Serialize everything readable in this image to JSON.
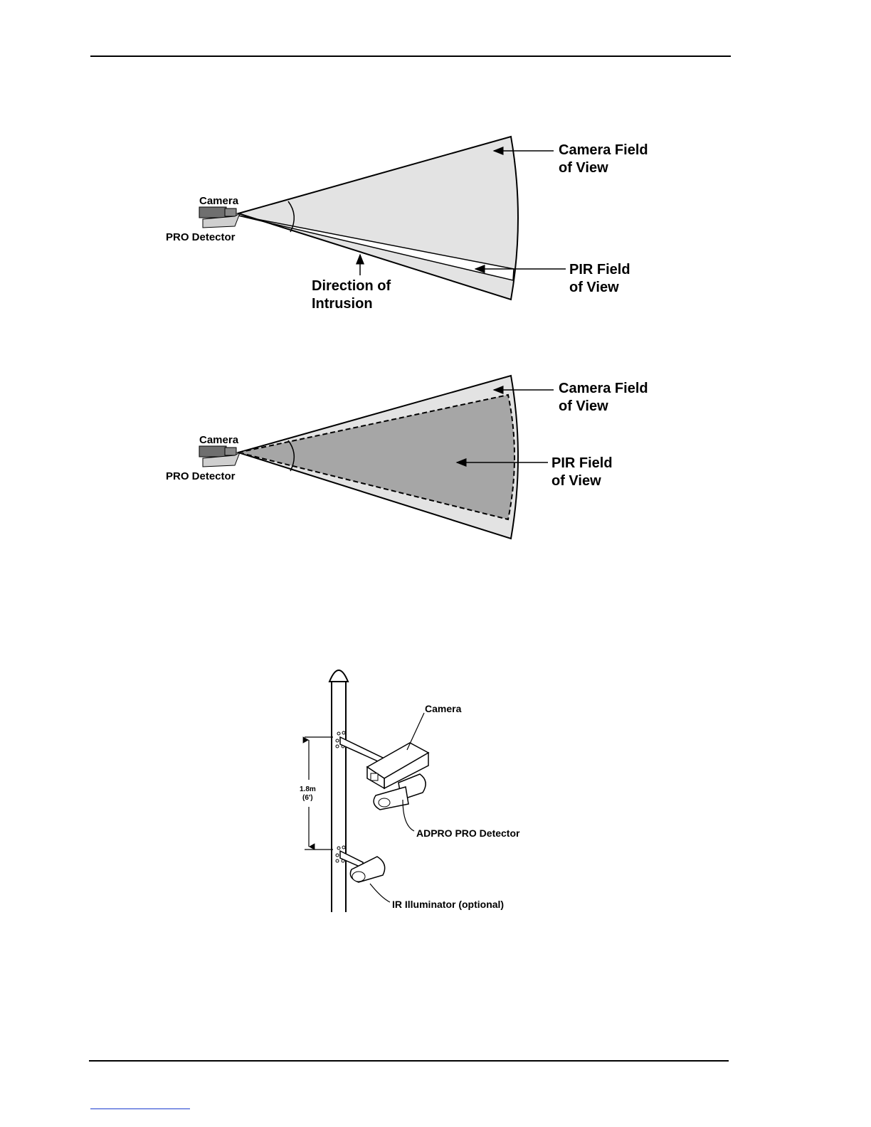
{
  "diagram1": {
    "camera_label": "Camera",
    "detector_label": "PRO Detector",
    "camera_fov_line1": "Camera Field",
    "camera_fov_line2": "of View",
    "pir_fov_line1": "PIR Field",
    "pir_fov_line2": "of View",
    "intrusion_line1": "Direction of",
    "intrusion_line2": "Intrusion"
  },
  "diagram2": {
    "camera_label": "Camera",
    "detector_label": "PRO Detector",
    "camera_fov_line1": "Camera Field",
    "camera_fov_line2": "of View",
    "pir_fov_line1": "PIR Field",
    "pir_fov_line2": "of View"
  },
  "diagram3": {
    "camera_label": "Camera",
    "detector_label": "ADPRO PRO Detector",
    "illuminator_label": "IR Illuminator (optional)",
    "height_line1": "1.8m",
    "height_line2": "(6')"
  },
  "colors": {
    "camera_fov_fill": "#e3e3e3",
    "pir_fov_fill": "#a6a6a6",
    "link_color": "#1a3ccf"
  }
}
